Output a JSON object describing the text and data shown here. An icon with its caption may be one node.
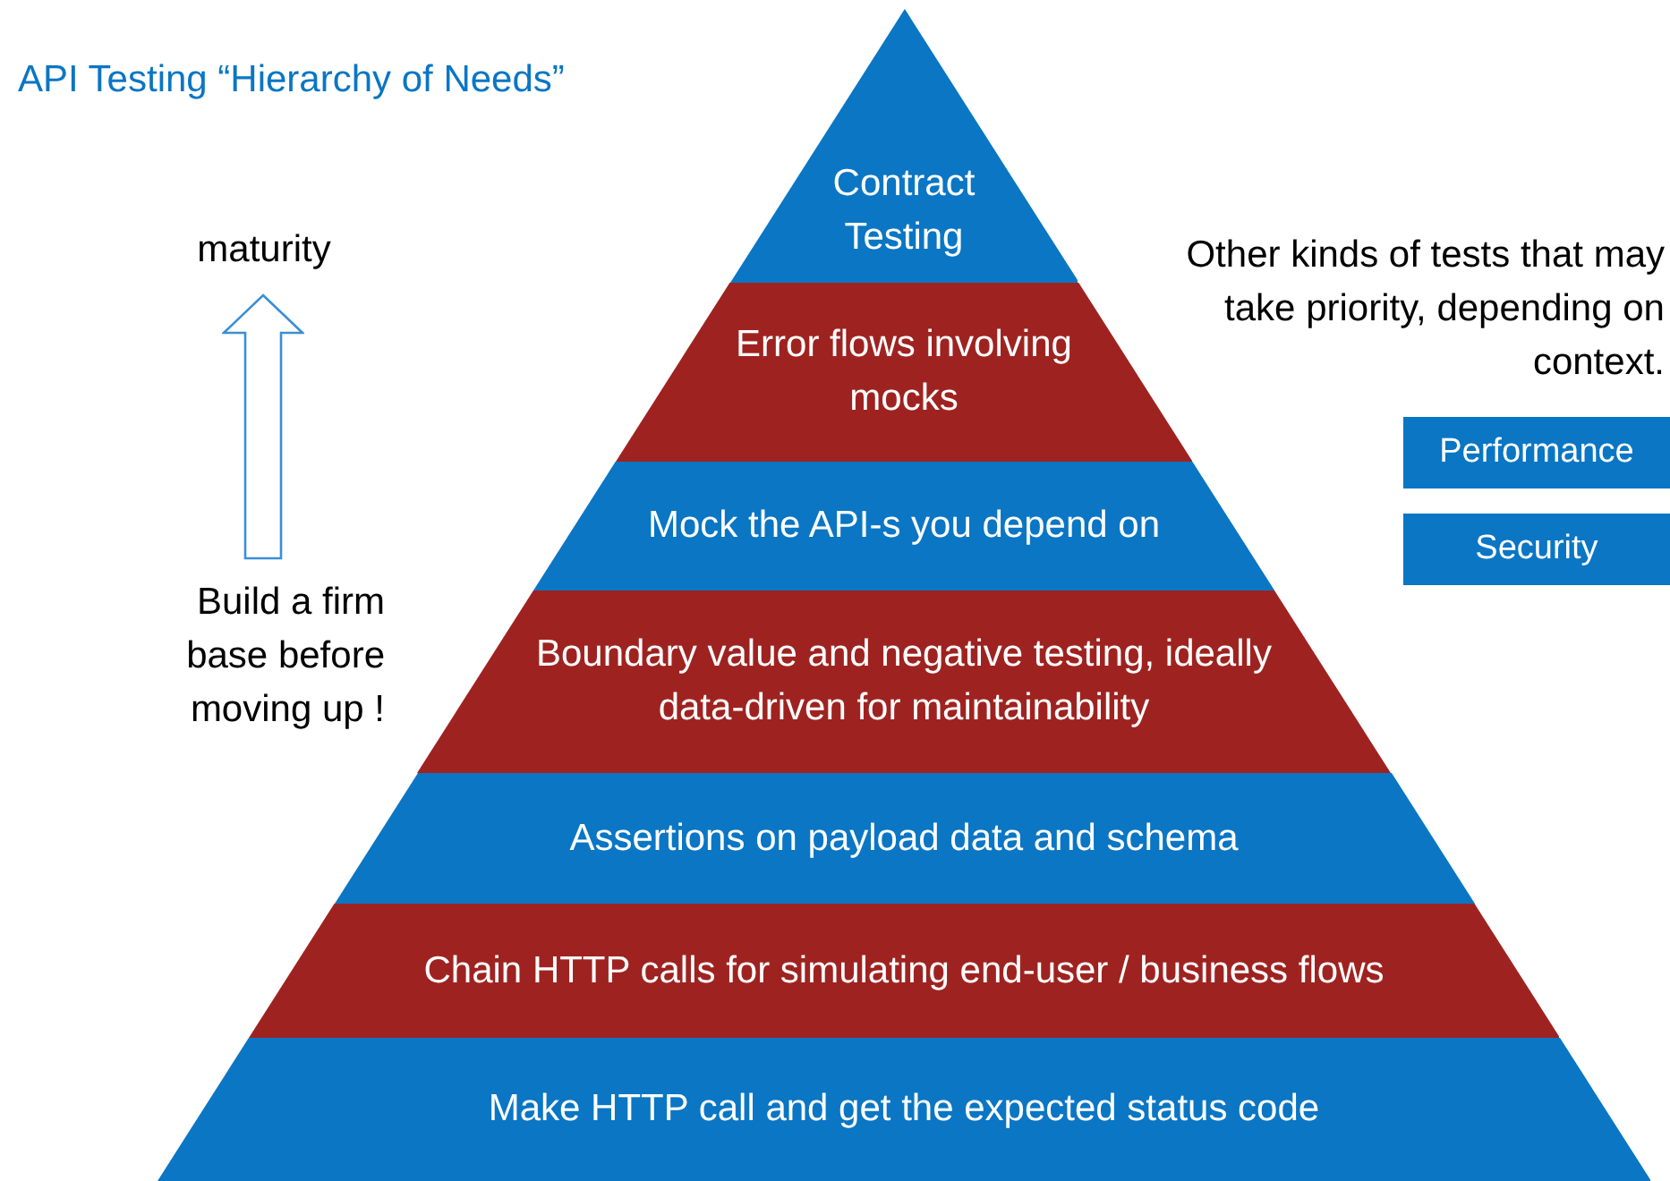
{
  "diagram": {
    "title": "API Testing “Hierarchy of Needs”",
    "nodes": [
      {
        "text": [
          "Contract Testing"
        ]
      },
      {
        "text": [
          "Error flows involving mocks"
        ]
      },
      {
        "text": [
          "Mock the API-s you depend on"
        ]
      },
      {
        "text": [
          "Boundary value and negative testing, ideally data-driven for maintainability"
        ]
      },
      {
        "text": [
          "Assertions on payload data and schema"
        ]
      },
      {
        "text": [
          "Chain HTTP calls for simulating end-user / business flows"
        ]
      },
      {
        "text": [
          "Make HTTP call and get the expected status code"
        ]
      },
      {
        "text": [
          "Performance"
        ]
      },
      {
        "text": [
          "Security"
        ]
      }
    ],
    "edges": [],
    "labels": [
      "maturity",
      "Build a firm base before moving up !",
      "Other kinds of tests that may take priority, depending on context."
    ]
  }
}
